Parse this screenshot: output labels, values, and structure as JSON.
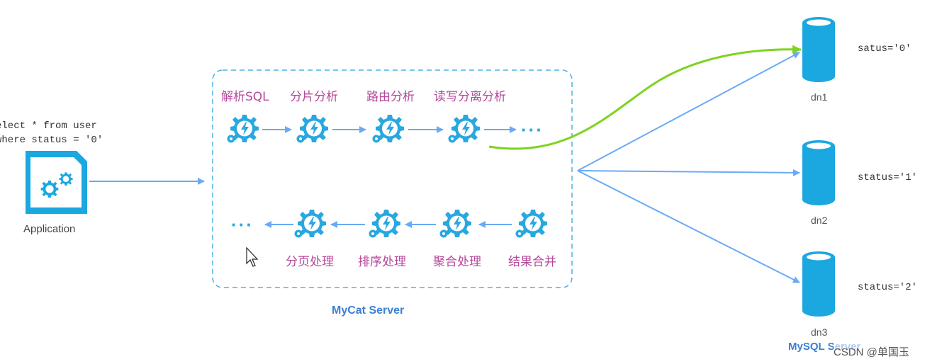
{
  "app": {
    "sql_line1": "elect * from user",
    "sql_line2": "where status = '0'",
    "label": "Application"
  },
  "server": {
    "label": "MyCat Server",
    "top_steps": [
      "解析SQL",
      "分片分析",
      "路由分析",
      "读写分离分析"
    ],
    "bottom_steps": [
      "分页处理",
      "排序处理",
      "聚合处理",
      "结果合并"
    ],
    "ellipsis": "···"
  },
  "nodes": [
    {
      "name": "dn1",
      "status": "satus='0'"
    },
    {
      "name": "dn2",
      "status": "status='1'"
    },
    {
      "name": "dn3",
      "status": "status='2'"
    }
  ],
  "mysql_label": "MySQL Server",
  "watermark": "CSDN @单国玉",
  "colors": {
    "accent": "#29a8e0",
    "arrow": "#6aaaf5",
    "route": "#7ed321",
    "step_text": "#b5489b"
  }
}
